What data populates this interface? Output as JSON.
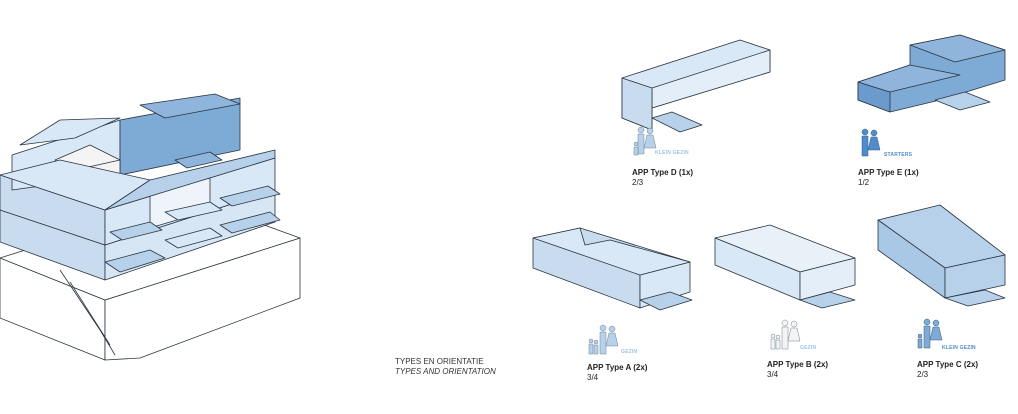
{
  "section_title": "TYPES EN ORIENTATIE",
  "section_subtitle": "TYPES AND ORIENTATION",
  "units": [
    {
      "name": "APP  Type D (1x)",
      "ratio": "2/3",
      "household": "KLEIN GEZIN"
    },
    {
      "name": "APP  Type E (1x)",
      "ratio": "1/2",
      "household": "STARTERS"
    },
    {
      "name": "APP Type A (2x)",
      "ratio": "3/4",
      "household": "GEZIN"
    },
    {
      "name": "APP Type B (2x)",
      "ratio": "3/4",
      "household": "GEZIN"
    },
    {
      "name": "APP  Type C (2x)",
      "ratio": "2/3",
      "household": "KLEIN GEZIN"
    }
  ],
  "colors": {
    "light": "#d9e8f6",
    "mid": "#b7d1ea",
    "dark": "#7eaad6",
    "pale": "#eef4fa",
    "line": "#2a3440"
  }
}
